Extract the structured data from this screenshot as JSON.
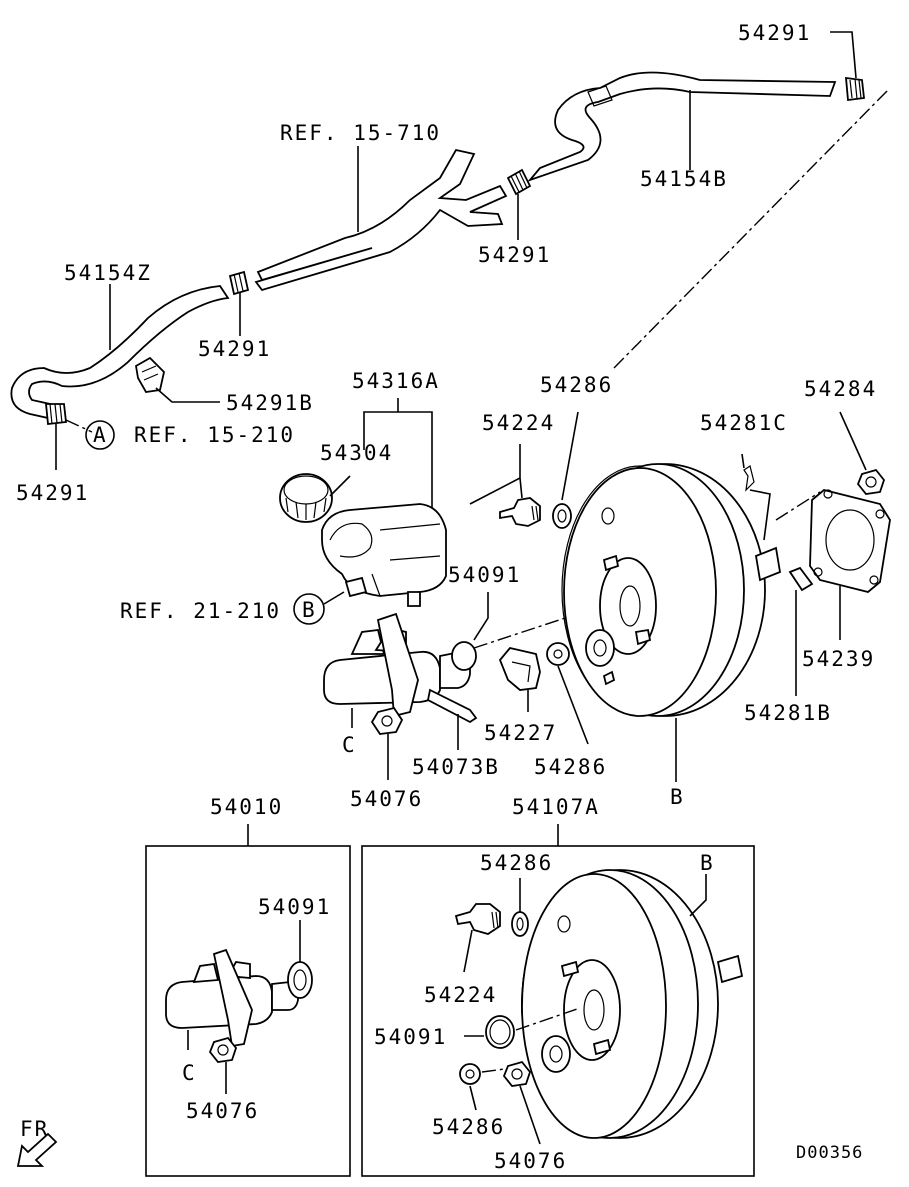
{
  "labels": {
    "p54291_top": "54291",
    "p54154B": "54154B",
    "ref15_710": "REF. 15-710",
    "p54291_mid": "54291",
    "p54154Z": "54154Z",
    "p54291_left": "54291",
    "p54291B": "54291B",
    "ref15_210": "REF. 15-210",
    "p54291_bottomleft": "54291",
    "p54316A": "54316A",
    "p54304": "54304",
    "ref21_210": "REF. 21-210",
    "p54091": "54091",
    "p54224": "54224",
    "p54286_top": "54286",
    "p54281C": "54281C",
    "p54284": "54284",
    "p54239": "54239",
    "p54281B": "54281B",
    "p54227": "54227",
    "p54286_mid": "54286",
    "p54073B": "54073B",
    "p54076": "54076",
    "letter_c": "C",
    "letter_b": "B",
    "p54010": "54010",
    "p54107A": "54107A",
    "box1_54091": "54091",
    "box1_c": "C",
    "box1_54076": "54076",
    "box2_54286_top": "54286",
    "box2_b": "B",
    "box2_54224": "54224",
    "box2_54091": "54091",
    "box2_54286_bottom": "54286",
    "box2_54076": "54076",
    "fr": "FR",
    "diagram_code": "D00356"
  },
  "callouts": {
    "a": "A",
    "b": "B"
  }
}
